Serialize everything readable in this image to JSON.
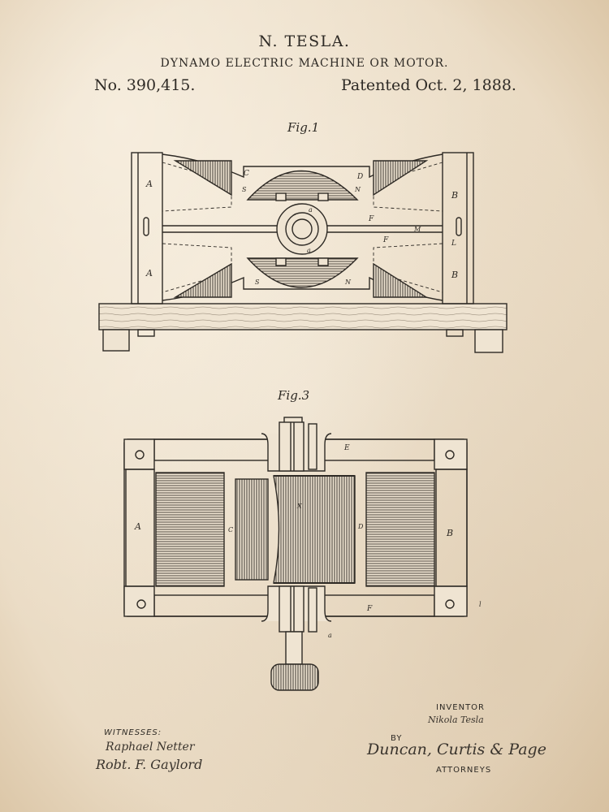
{
  "header": {
    "title": "N. TESLA.",
    "subtitle": "DYNAMO ELECTRIC MACHINE OR MOTOR.",
    "patent_number": "No. 390,415.",
    "patent_date": "Patented Oct. 2, 1888."
  },
  "figures": {
    "fig1": {
      "label": "Fig.1",
      "letters": {
        "A1": "A",
        "A2": "A",
        "B1": "B",
        "B2": "B",
        "C": "C",
        "D": "D",
        "F1": "F",
        "F2": "F",
        "M": "M",
        "S1": "S",
        "S2": "S",
        "N1": "N",
        "N2": "N",
        "a1": "a",
        "a2": "a",
        "L": "L"
      }
    },
    "fig3": {
      "label": "Fig.3",
      "letters": {
        "A": "A",
        "B": "B",
        "E": "E",
        "F": "F",
        "C": "C",
        "D": "D",
        "X": "X",
        "a": "a",
        "l": "l"
      }
    }
  },
  "footer": {
    "witnesses_label": "WITNESSES:",
    "witness1": "Raphael Netter",
    "witness2": "Robt. F. Gaylord",
    "inventor_label": "INVENTOR",
    "inventor_signature": "Nikola Tesla",
    "by_label": "BY",
    "attorney_signature": "Duncan, Curtis & Page",
    "attorneys_label": "ATTORNEYS"
  },
  "colors": {
    "paper": "#efe4d2",
    "ink": "#2e2a25"
  }
}
